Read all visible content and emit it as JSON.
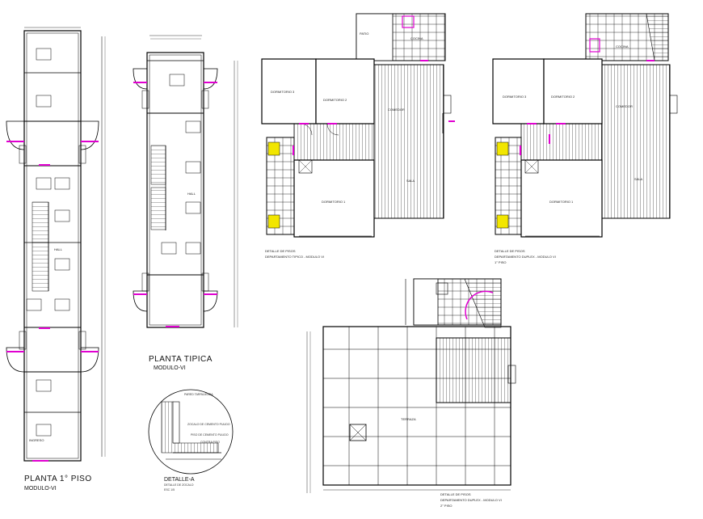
{
  "colors": {
    "line": "#000000",
    "accent_magenta": "#e000d0",
    "accent_yellow": "#f2e600",
    "background": "#ffffff"
  },
  "titles": {
    "planta_1": {
      "main": "PLANTA 1° PISO",
      "sub": "MODULO-VI"
    },
    "planta_tipica": {
      "main": "PLANTA TIPICA",
      "sub": "MODULO-VI"
    },
    "detalle_a": {
      "main": "DETALLE-A",
      "sub": "DETALLE DE ZOCALO",
      "scale": "ESC 1/5"
    },
    "detalle_tipico": {
      "l1": "DETALLE DE PISOS",
      "l2": "DEPARTAMENTO TIPICO - MODULO VI"
    },
    "detalle_duplex_1": {
      "l1": "DETALLE DE PISOS",
      "l2": "DEPARTAMENTO DUPLEX - MODULO VI",
      "l3": "1° PISO"
    },
    "detalle_duplex_2": {
      "l1": "DETALLE DE PISOS",
      "l2": "DEPARTAMENTO DUPLEX - MODULO VI",
      "l3": "2° PISO"
    }
  },
  "room_labels": {
    "dormitorio_1": "DORMITORIO 1",
    "dormitorio_2": "DORMITORIO 2",
    "dormitorio_3": "DORMITORIO 3",
    "cocina": "COCINA",
    "comedor": "COMEDOR",
    "sala": "SALA",
    "patio": "PATIO",
    "hall": "HALL",
    "ingreso": "INGRESO",
    "terraza": "TERRAZA"
  },
  "detail_notes": {
    "pared": "PARED TARRAJEADA",
    "zocalo": "ZOCALO DE CEMENTO PULIDO",
    "piso": "PISO DE CEMENTO PULIDO",
    "contrapiso": "CONTRA PISO"
  }
}
